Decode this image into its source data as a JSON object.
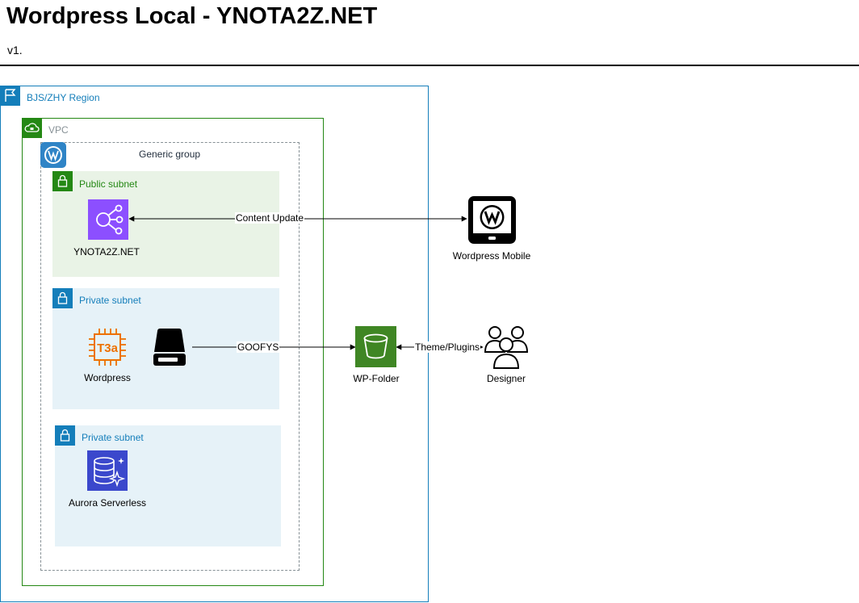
{
  "page": {
    "title": "Wordpress Local - YNOTA2Z.NET",
    "version": "v1."
  },
  "groups": {
    "region": "BJS/ZHY Region",
    "vpc": "VPC",
    "generic": "Generic group",
    "public_subnet": "Public subnet",
    "private_subnet_1": "Private subnet",
    "private_subnet_2": "Private subnet"
  },
  "nodes": {
    "load_balancer": "YNOTA2Z.NET",
    "ec2": "Wordpress",
    "s3": "WP-Folder",
    "mobile": "Wordpress Mobile",
    "designer": "Designer",
    "aurora": "Aurora Serverless",
    "ec2_icon_text": "T3a"
  },
  "edges": {
    "content_update": "Content Update",
    "goofys": "GOOFYS",
    "theme_plugins": "Theme/Plugins"
  },
  "colors": {
    "region": "#147eba",
    "vpc": "#248814",
    "public_subnet": "#248814",
    "private_subnet": "#147eba",
    "load_balancer": "#8c4fff",
    "ec2": "#ed7100",
    "s3": "#3f8624",
    "aurora": "#3b48cc"
  },
  "icons": [
    "flag-icon",
    "cloud-lock-icon",
    "wordpress-icon",
    "lock-icon",
    "elb-icon",
    "ec2-icon",
    "disk-drive-icon",
    "s3-bucket-icon",
    "tablet-wordpress-icon",
    "users-icon",
    "database-icon"
  ]
}
